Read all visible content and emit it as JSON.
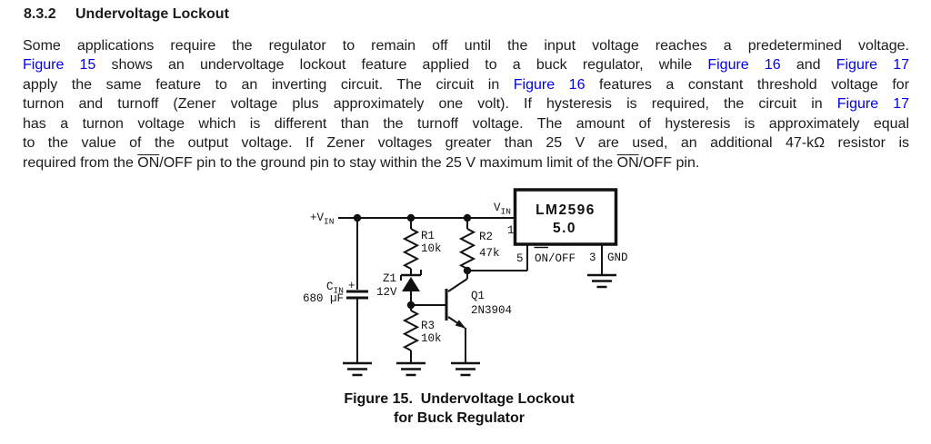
{
  "heading": {
    "number": "8.3.2",
    "title": "Undervoltage Lockout"
  },
  "paragraph": {
    "lines": [
      {
        "justify": true,
        "segments": [
          {
            "t": "Some applications require the regulator to remain off until the input voltage reaches a predetermined voltage."
          }
        ]
      },
      {
        "justify": true,
        "segments": [
          {
            "t": "Figure 15",
            "s": "link"
          },
          {
            "t": " shows an undervoltage lockout feature applied to a buck regulator, while "
          },
          {
            "t": "Figure 16",
            "s": "link"
          },
          {
            "t": " and "
          },
          {
            "t": "Figure 17",
            "s": "link"
          }
        ]
      },
      {
        "justify": true,
        "segments": [
          {
            "t": "apply the same feature to an inverting circuit. The circuit in "
          },
          {
            "t": "Figure 16",
            "s": "link"
          },
          {
            "t": " features a constant threshold voltage for"
          }
        ]
      },
      {
        "justify": true,
        "segments": [
          {
            "t": "turnon and turnoff (Zener voltage plus approximately one volt). If hysteresis is required, the circuit in "
          },
          {
            "t": "Figure 17",
            "s": "link"
          }
        ]
      },
      {
        "justify": true,
        "segments": [
          {
            "t": "has a turnon voltage which is different than the turnoff voltage. The amount of hysteresis is approximately equal"
          }
        ]
      },
      {
        "justify": true,
        "segments": [
          {
            "t": "to the value of the output voltage. If Zener voltages greater than 25 V are used, an additional 47-kΩ resistor is"
          }
        ]
      },
      {
        "justify": false,
        "segments": [
          {
            "t": "required from the "
          },
          {
            "t": "ON",
            "s": "ov"
          },
          {
            "t": "/OFF pin to the ground pin to stay within the 25 V maximum limit of the "
          },
          {
            "t": "ON",
            "s": "ov"
          },
          {
            "t": "/OFF pin."
          }
        ]
      }
    ]
  },
  "schematic": {
    "vin_label": "+V",
    "vin_sub": "IN",
    "cin_label": "C",
    "cin_sub": "IN",
    "cin_plus": "+",
    "cin_value": "680 µF",
    "z1_ref": "Z1",
    "z1_value": "12V",
    "r1_ref": "R1",
    "r1_value": "10k",
    "r2_ref": "R2",
    "r2_value": "47k",
    "r3_ref": "R3",
    "r3_value": "10k",
    "q1_ref": "Q1",
    "q1_part": "2N3904",
    "ic_part": "LM2596",
    "ic_version": "5.0",
    "pin_vin": "V",
    "pin_vin_sub": "IN",
    "pin1_num": "1",
    "pin5_num": "5",
    "pin3_num": "3",
    "pin5_name": "ON/OFF",
    "pin3_name": "GND"
  },
  "caption": {
    "line1": "Figure 15.  Undervoltage Lockout",
    "line2": "for Buck Regulator"
  },
  "colors": {
    "link_blue": "#0000EE",
    "schematic_ink": "#111111",
    "body_text": "#1C1C1C"
  }
}
